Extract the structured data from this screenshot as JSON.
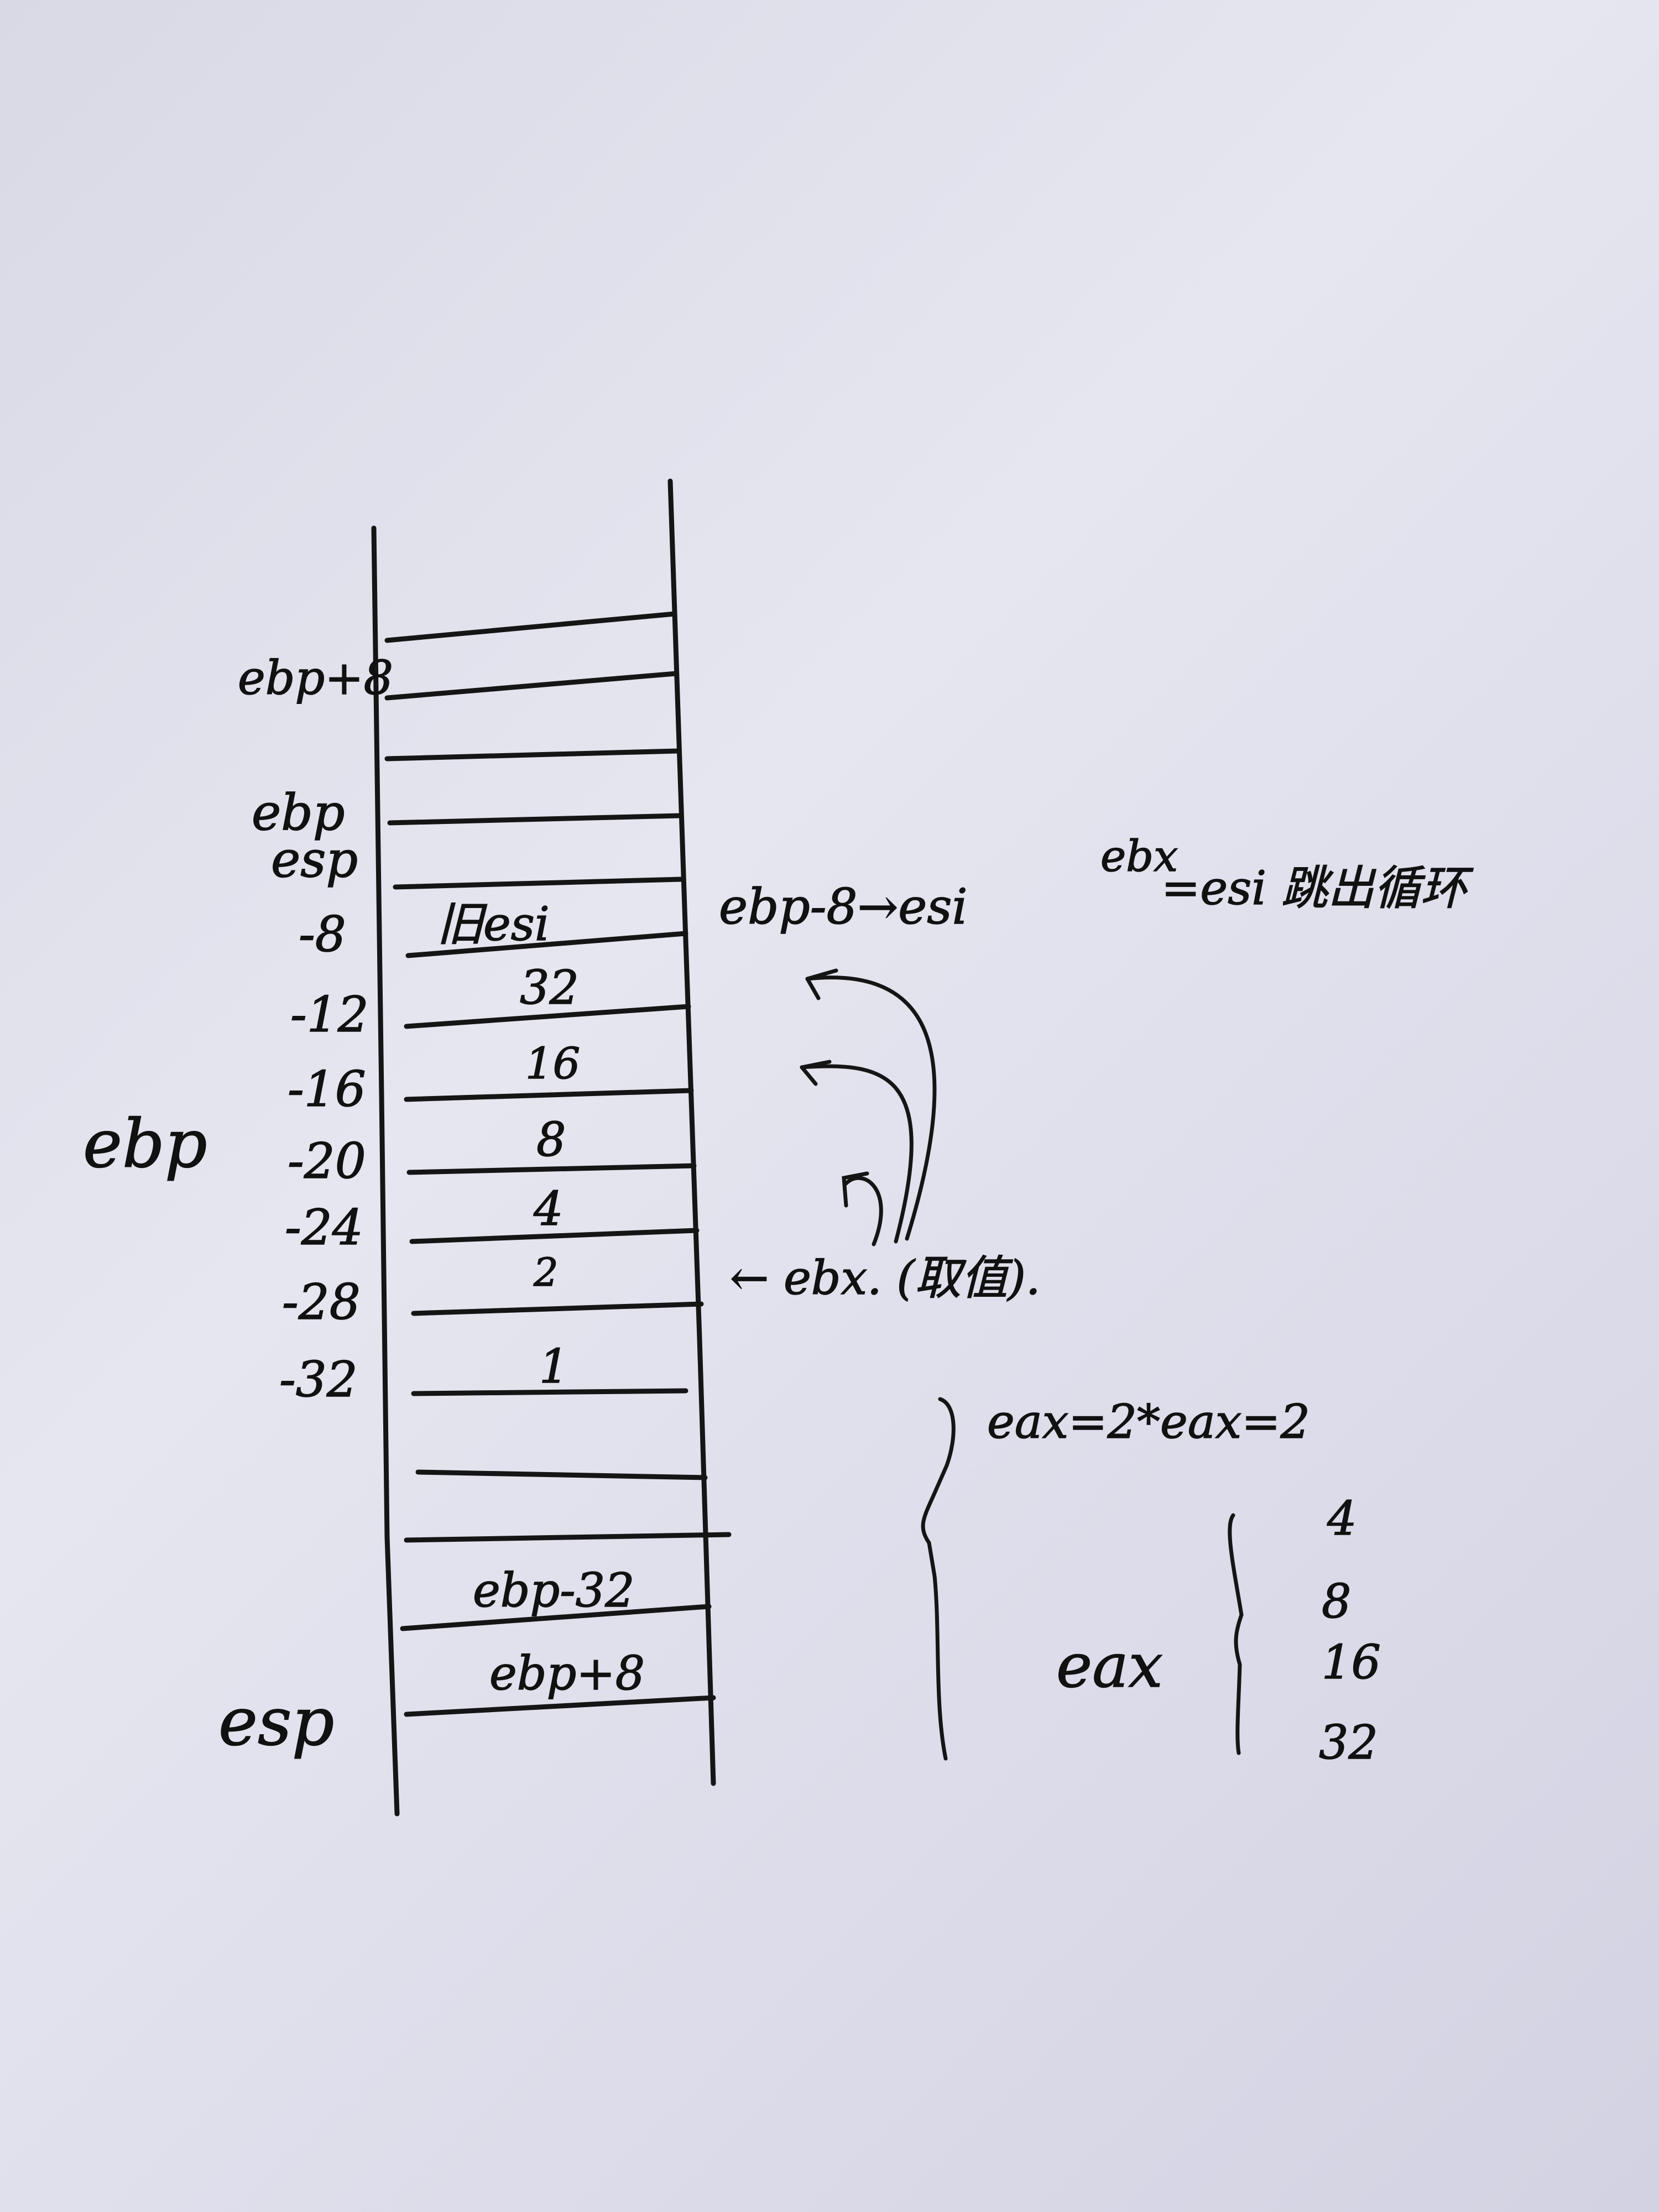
{
  "left_labels": {
    "ebp_plus_8": "ebp+8",
    "ebp": "ebp",
    "esp_top": "esp",
    "ebp_side": "ebp",
    "esp_bottom": "esp"
  },
  "offsets": [
    "-8",
    "-12",
    "-16",
    "-20",
    "-24",
    "-28",
    "-32"
  ],
  "cells": {
    "esi_cell": "旧esi",
    "values": [
      "32",
      "16",
      "8",
      "4",
      "2",
      "1"
    ],
    "lower": [
      "ebp-32",
      "ebp+8"
    ]
  },
  "right_notes": {
    "ebp_minus_8": "ebp-8→esi",
    "ebx_label": "ebx",
    "ebx_note": "=esi 跳出循环",
    "ebx_pointer": "← ebx. (取值).",
    "eax_formula": "eax=2*eax=2",
    "eax_label": "eax",
    "eax_values": [
      "4",
      "8",
      "16",
      "32"
    ]
  }
}
